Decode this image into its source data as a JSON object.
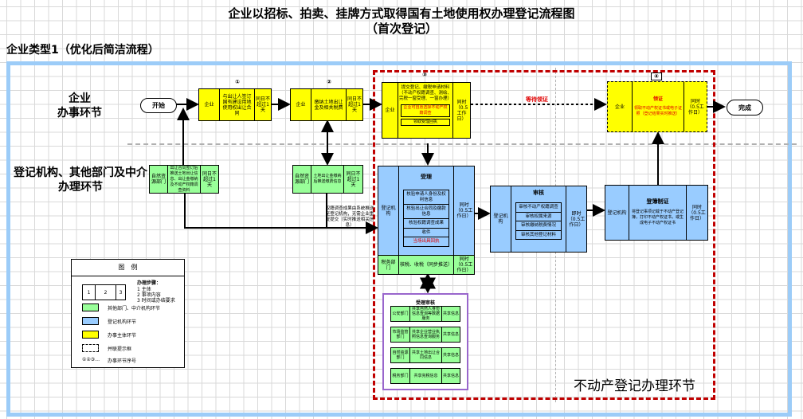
{
  "title": {
    "line1": "企业以招标、拍卖、挂牌方式取得国有土地使用权办理登记流程图",
    "line2": "（首次登记）"
  },
  "subtitle": "企业类型1（优化后简洁流程）",
  "lanes": {
    "enterprise": [
      "企业",
      "办事环节"
    ],
    "agencies": [
      "登记机构、其他部门及中介",
      "办理环节"
    ]
  },
  "zone_label": "不动产登记办理环节",
  "start_label": "开始",
  "end_label": "完成",
  "steps": [
    {
      "num": "①",
      "cells": [
        "企业",
        "与出让人签订国有建设用地使用权出让合同",
        "同日不超过1天"
      ]
    },
    {
      "num": "②",
      "cells": [
        "企业",
        "缴纳土地出让金及相关税费",
        "同日不超过1天"
      ]
    },
    {
      "num": "③",
      "cells": [
        "企业",
        "提交登记、缴税申请材料（不动产权籍调查、测绘、完税一窗受理、一窗办理）",
        "同时（0.5工作日）"
      ],
      "red_note": "企业可自愿选择不动产权籍调查",
      "sub_note": "领取受理回执"
    },
    {
      "num": "④",
      "cells": [
        "企业",
        "领证",
        "同时（0.5工作日）"
      ],
      "red_note": "领取不动产权证书或电子证照（登记结果实时推送）"
    }
  ],
  "agency_boxes": [
    {
      "cells": [
        "自然资源部门",
        "出让合同签订后推送土地出让信息、出让金缴纳及不动产权籍调查资料",
        "同日不超过1天"
      ]
    },
    {
      "cells": [
        "自然资源部门",
        "土地出让金缴纳后推送缴费信息",
        "同日不超过1天"
      ]
    }
  ],
  "side_note": "权籍调查成果由系统推送至登记机构，无需企业重复提交（实时推送相关信息）",
  "accept_box": {
    "cells": [
      "登记机构",
      "受理",
      "同时（0.5工作日）"
    ],
    "items": [
      "核验申请人身份及权利信息",
      "核验出让合同及缴款信息",
      "核验权籍调查成果",
      "收件"
    ],
    "red_item": "当场出具回执",
    "bottom": [
      "税务部门",
      "核税、收税（同步推送）",
      "同时（0.5工作日）"
    ]
  },
  "review_box": {
    "cells": [
      "登记机构",
      "审核",
      "即时（0.5工作日）"
    ],
    "items": [
      "审核不动产权籍调查",
      "审核权属来源",
      "审核缴纳税费情况",
      "审核其他登记材料"
    ]
  },
  "register_box": {
    "cells": [
      "登记机构",
      "登簿制证",
      "同时（0.5工作日）"
    ],
    "detail": "将登记事项记载于不动产登记簿，打印不动产权证书，或生成电子不动产权证书"
  },
  "wait_label": "等待领证",
  "parallel_box": {
    "title": "受理审核",
    "rows": [
      [
        "公安部门",
        "共享自然人身份信息查询等数据服务",
        "共享信息"
      ],
      [
        "市场监管部门",
        "共享企业营业执照信息查询服务",
        "共享信息"
      ],
      [
        "自然资源部门",
        "共享土地出让合同信息",
        "共享信息"
      ],
      [
        "税务部门",
        "共享完税信息",
        "共享信息"
      ]
    ]
  },
  "legend": {
    "title": "图　例",
    "steps_heading": "办理步骤：",
    "step_items": [
      "1 主体",
      "2 事项内容",
      "3 时间或办结要求"
    ],
    "box_cells": [
      "1",
      "2",
      "3"
    ],
    "items": [
      {
        "label": "其他部门、中介机构环节",
        "color": "#99ff99"
      },
      {
        "label": "登记机构环节",
        "color": "#99ccff"
      },
      {
        "label": "办事主体环节",
        "color": "#ffff00"
      }
    ],
    "dashed_label": "并联提示框",
    "seq_symbol": "①②③…",
    "seq_label": "办事环节序号"
  },
  "colors": {
    "frame": "#9cccf8",
    "zone_border": "#c00000",
    "enterprise": "#ffff00",
    "registry": "#99ccff",
    "agency": "#99ff99",
    "parallel": "#9966cc",
    "alert": "#e00000"
  }
}
